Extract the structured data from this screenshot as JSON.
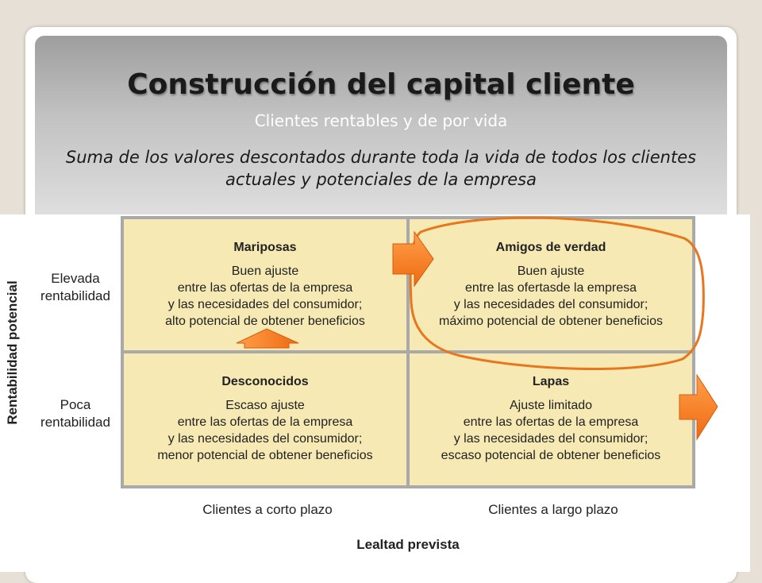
{
  "slide": {
    "title": "Construcción del capital cliente",
    "subtitle": "Clientes rentables y de por vida",
    "description": "Suma de los valores descontados durante toda la vida de todos los clientes actuales y potenciales de la empresa"
  },
  "matrix": {
    "y_axis_title": "Rentabilidad potencial",
    "x_axis_title": "Lealtad prevista",
    "row_labels": [
      "Elevada rentabilidad",
      "Poca rentabilidad"
    ],
    "column_labels": [
      "Clientes a corto plazo",
      "Clientes a largo plazo"
    ],
    "cells": {
      "top_left": {
        "title": "Mariposas",
        "lines": [
          "Buen ajuste",
          "entre las ofertas de la empresa",
          "y las necesidades del consumidor;",
          "alto potencial de obtener beneficios"
        ]
      },
      "top_right": {
        "title": "Amigos de verdad",
        "lines": [
          "Buen ajuste",
          "entre las ofertasde la empresa",
          "y las necesidades del consumidor;",
          "máximo potencial de obtener beneficios"
        ]
      },
      "bottom_left": {
        "title": "Desconocidos",
        "lines": [
          "Escaso ajuste",
          "entre las ofertas de la empresa",
          "y las necesidades del consumidor;",
          "menor potencial de obtener beneficios"
        ]
      },
      "bottom_right": {
        "title": "Lapas",
        "lines": [
          "Ajuste limitado",
          "entre las ofertas de la empresa",
          "y las necesidades del consumidor;",
          "escaso potencial de obtener beneficios"
        ]
      }
    }
  },
  "colors": {
    "cell_fill": "#f6e9b4",
    "grid_border": "#a9a9a9",
    "arrow_orange": "#f47a1f",
    "highlight_stroke": "#e8761f"
  },
  "annotations": {
    "arrows": [
      "arrow-right-to-amigos",
      "arrow-up-to-mariposas",
      "arrow-right-out-of-lapas"
    ],
    "highlight": "circle-around-amigos-de-verdad"
  }
}
